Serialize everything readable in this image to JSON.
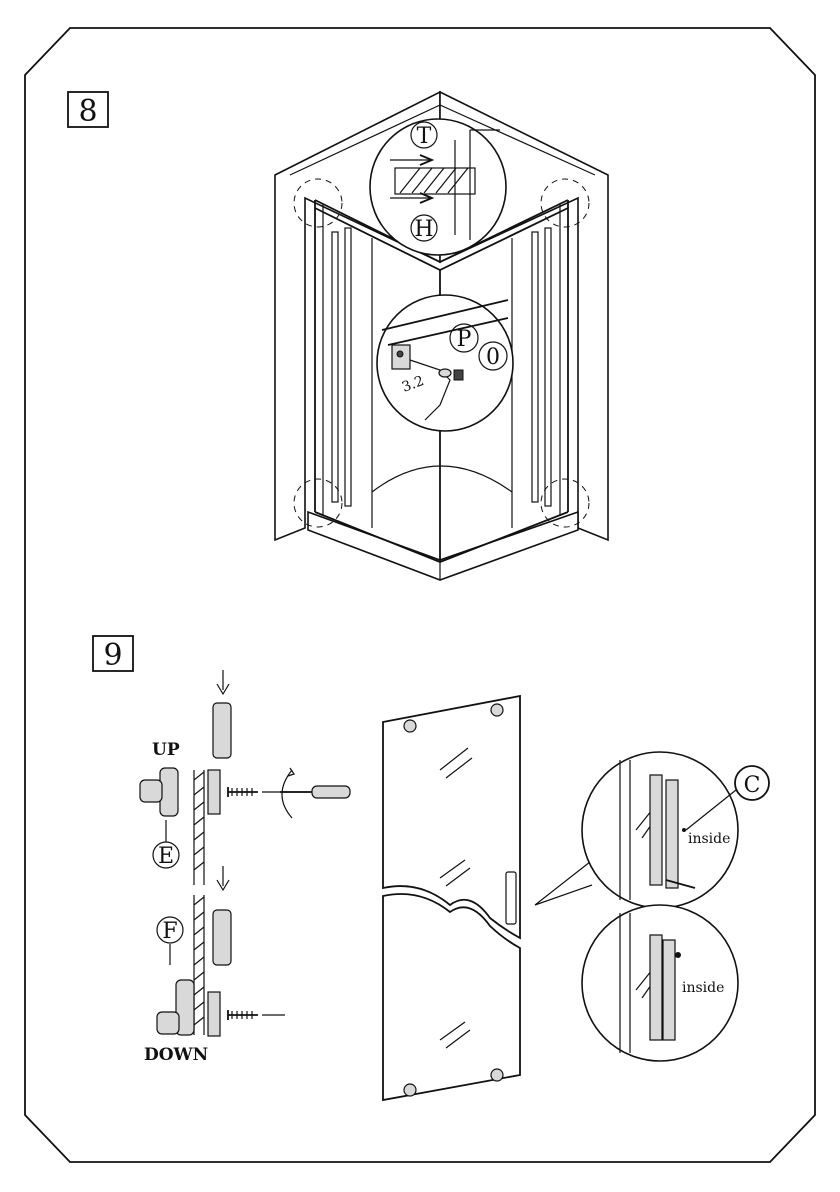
{
  "steps": {
    "step8": {
      "number": "8",
      "callouts": {
        "t": "T",
        "h": "H",
        "p": "P",
        "o": "0",
        "drill_size": "3.2"
      }
    },
    "step9": {
      "number": "9",
      "labels": {
        "up": "UP",
        "down": "DOWN",
        "e": "E",
        "f": "F",
        "c": "C",
        "inside_top": "inside",
        "inside_bottom": "inside"
      }
    }
  }
}
